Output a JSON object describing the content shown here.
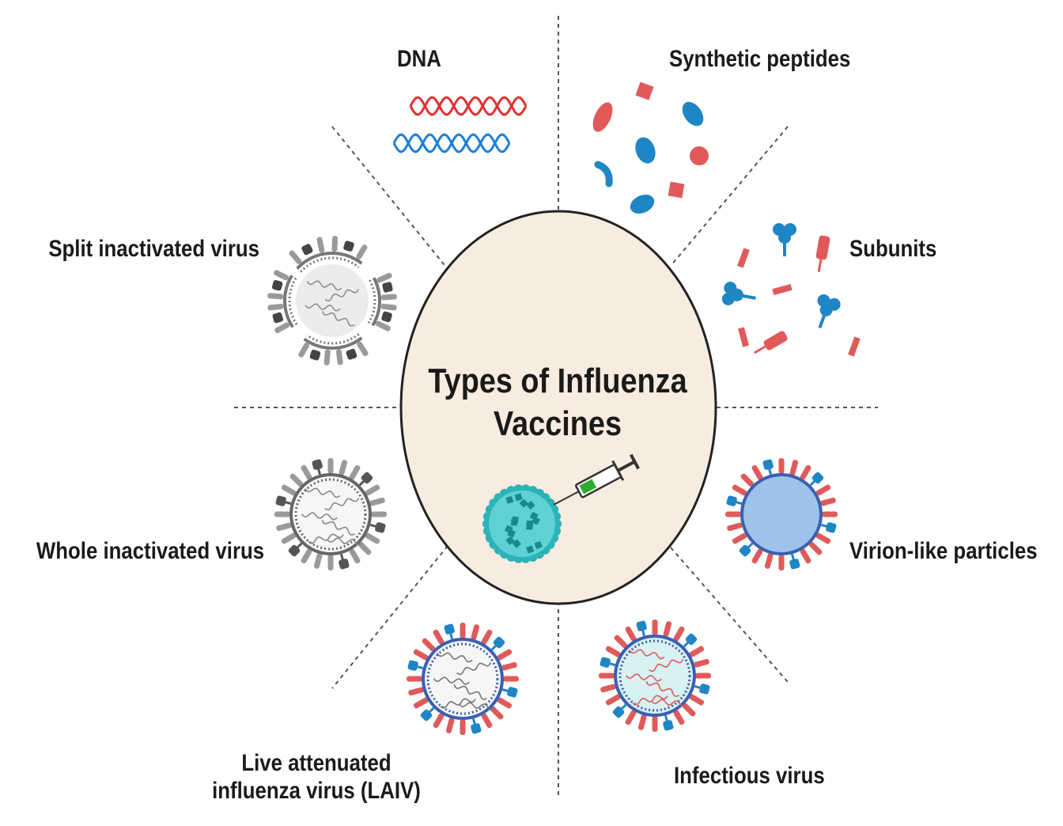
{
  "center": {
    "title_line1": "Types of Influenza",
    "title_line2": "Vaccines"
  },
  "vaccine_types": {
    "dna": "DNA",
    "synthetic_peptides": "Synthetic peptides",
    "subunits": "Subunits",
    "virion_like_particles": "Virion-like particles",
    "infectious_virus": "Infectious virus",
    "laiv_line1": "Live attenuated",
    "laiv_line2": "influenza virus (LAIV)",
    "whole_inactivated_virus": "Whole inactivated virus",
    "split_inactivated_virus": "Split inactivated virus"
  },
  "colors": {
    "center_fill": "#f8ece0",
    "red": "#e05a5a",
    "blue": "#1f86c6",
    "gray": "#7f7f7f",
    "teal": "#2bb3b8",
    "vlp_core": "#9ec3ea"
  },
  "icons": [
    "dna-helix-icon",
    "peptide-fragments-icon",
    "subunit-proteins-icon",
    "virion-like-particle-icon",
    "infectious-virus-icon",
    "live-attenuated-virus-icon",
    "whole-inactivated-virus-icon",
    "split-inactivated-virus-icon",
    "virus-syringe-icon"
  ]
}
